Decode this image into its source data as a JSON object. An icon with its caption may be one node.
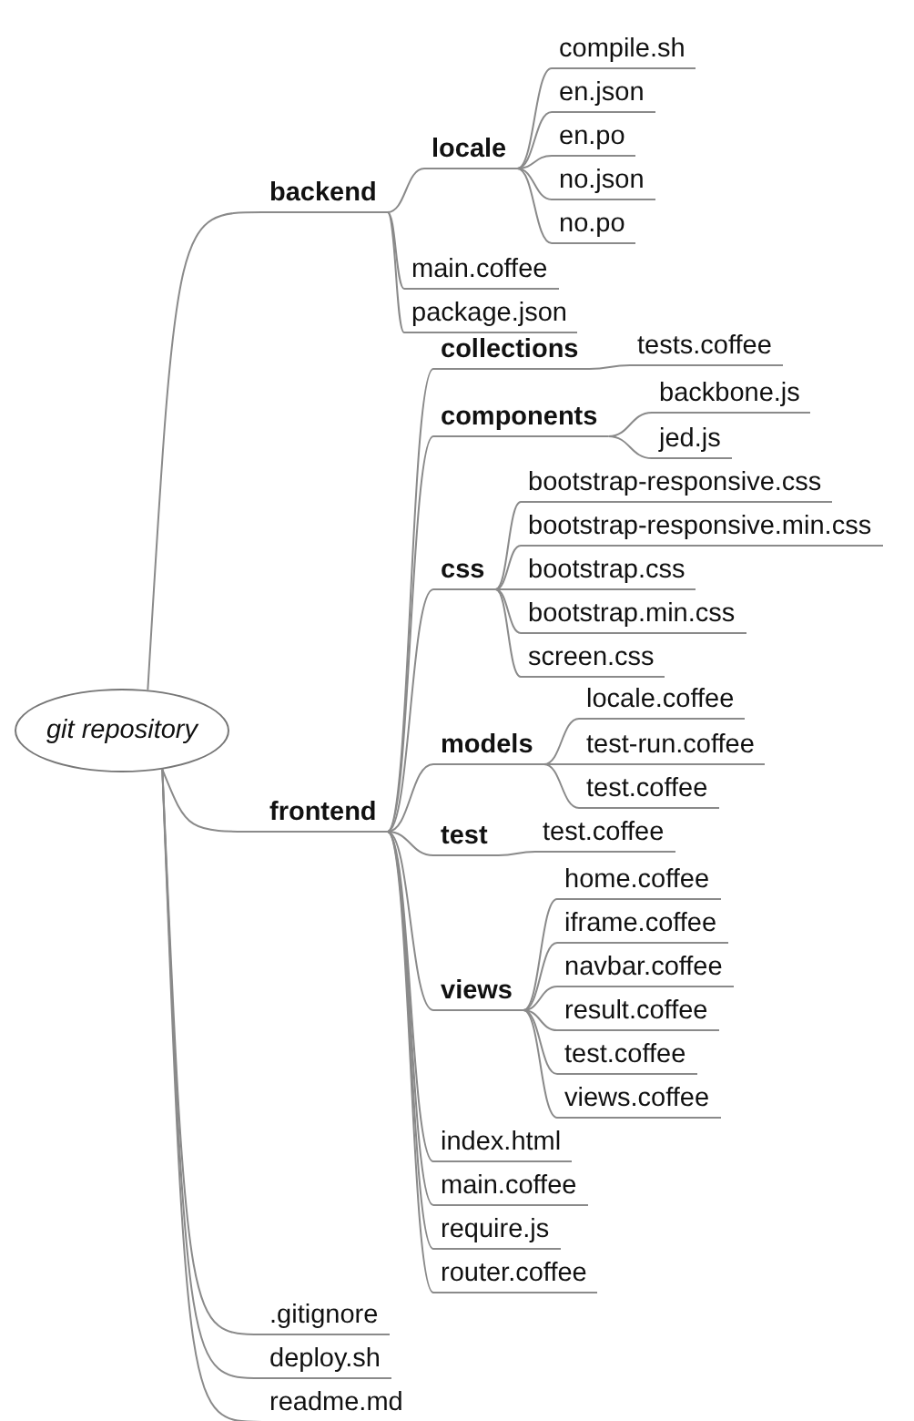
{
  "diagram": {
    "nodes": [
      {
        "text": [
          "git repository"
        ]
      },
      {
        "text": [
          "backend"
        ]
      },
      {
        "text": [
          "locale"
        ]
      },
      {
        "text": [
          "compile.sh"
        ]
      },
      {
        "text": [
          "en.json"
        ]
      },
      {
        "text": [
          "en.po"
        ]
      },
      {
        "text": [
          "no.json"
        ]
      },
      {
        "text": [
          "no.po"
        ]
      },
      {
        "text": [
          "main.coffee"
        ]
      },
      {
        "text": [
          "package.json"
        ]
      },
      {
        "text": [
          "frontend"
        ]
      },
      {
        "text": [
          "collections"
        ]
      },
      {
        "text": [
          "tests.coffee"
        ]
      },
      {
        "text": [
          "components"
        ]
      },
      {
        "text": [
          "backbone.js"
        ]
      },
      {
        "text": [
          "jed.js"
        ]
      },
      {
        "text": [
          "css"
        ]
      },
      {
        "text": [
          "bootstrap-responsive.css"
        ]
      },
      {
        "text": [
          "bootstrap-responsive.min.css"
        ]
      },
      {
        "text": [
          "bootstrap.css"
        ]
      },
      {
        "text": [
          "bootstrap.min.css"
        ]
      },
      {
        "text": [
          "screen.css"
        ]
      },
      {
        "text": [
          "models"
        ]
      },
      {
        "text": [
          "locale.coffee"
        ]
      },
      {
        "text": [
          "test-run.coffee"
        ]
      },
      {
        "text": [
          "test.coffee"
        ]
      },
      {
        "text": [
          "test"
        ]
      },
      {
        "text": [
          "test.coffee"
        ]
      },
      {
        "text": [
          "views"
        ]
      },
      {
        "text": [
          "home.coffee"
        ]
      },
      {
        "text": [
          "iframe.coffee"
        ]
      },
      {
        "text": [
          "navbar.coffee"
        ]
      },
      {
        "text": [
          "result.coffee"
        ]
      },
      {
        "text": [
          "test.coffee"
        ]
      },
      {
        "text": [
          "views.coffee"
        ]
      },
      {
        "text": [
          "index.html"
        ]
      },
      {
        "text": [
          "main.coffee"
        ]
      },
      {
        "text": [
          "require.js"
        ]
      },
      {
        "text": [
          "router.coffee"
        ]
      },
      {
        "text": [
          ".gitignore"
        ]
      },
      {
        "text": [
          "deploy.sh"
        ]
      },
      {
        "text": [
          "readme.md"
        ]
      }
    ],
    "edges": [
      {
        "from": 0,
        "to": 1,
        "arrow": "none"
      },
      {
        "from": 1,
        "to": 2,
        "arrow": "none"
      },
      {
        "from": 2,
        "to": 3,
        "arrow": "none"
      },
      {
        "from": 2,
        "to": 4,
        "arrow": "none"
      },
      {
        "from": 2,
        "to": 5,
        "arrow": "none"
      },
      {
        "from": 2,
        "to": 6,
        "arrow": "none"
      },
      {
        "from": 2,
        "to": 7,
        "arrow": "none"
      },
      {
        "from": 1,
        "to": 8,
        "arrow": "none"
      },
      {
        "from": 1,
        "to": 9,
        "arrow": "none"
      },
      {
        "from": 0,
        "to": 10,
        "arrow": "none"
      },
      {
        "from": 10,
        "to": 11,
        "arrow": "none"
      },
      {
        "from": 11,
        "to": 12,
        "arrow": "none"
      },
      {
        "from": 10,
        "to": 13,
        "arrow": "none"
      },
      {
        "from": 13,
        "to": 14,
        "arrow": "none"
      },
      {
        "from": 13,
        "to": 15,
        "arrow": "none"
      },
      {
        "from": 10,
        "to": 16,
        "arrow": "none"
      },
      {
        "from": 16,
        "to": 17,
        "arrow": "none"
      },
      {
        "from": 16,
        "to": 18,
        "arrow": "none"
      },
      {
        "from": 16,
        "to": 19,
        "arrow": "none"
      },
      {
        "from": 16,
        "to": 20,
        "arrow": "none"
      },
      {
        "from": 16,
        "to": 21,
        "arrow": "none"
      },
      {
        "from": 10,
        "to": 22,
        "arrow": "none"
      },
      {
        "from": 22,
        "to": 23,
        "arrow": "none"
      },
      {
        "from": 22,
        "to": 24,
        "arrow": "none"
      },
      {
        "from": 22,
        "to": 25,
        "arrow": "none"
      },
      {
        "from": 10,
        "to": 26,
        "arrow": "none"
      },
      {
        "from": 26,
        "to": 27,
        "arrow": "none"
      },
      {
        "from": 10,
        "to": 28,
        "arrow": "none"
      },
      {
        "from": 28,
        "to": 29,
        "arrow": "none"
      },
      {
        "from": 28,
        "to": 30,
        "arrow": "none"
      },
      {
        "from": 28,
        "to": 31,
        "arrow": "none"
      },
      {
        "from": 28,
        "to": 32,
        "arrow": "none"
      },
      {
        "from": 28,
        "to": 33,
        "arrow": "none"
      },
      {
        "from": 28,
        "to": 34,
        "arrow": "none"
      },
      {
        "from": 10,
        "to": 35,
        "arrow": "none"
      },
      {
        "from": 10,
        "to": 36,
        "arrow": "none"
      },
      {
        "from": 10,
        "to": 37,
        "arrow": "none"
      },
      {
        "from": 10,
        "to": 38,
        "arrow": "none"
      },
      {
        "from": 0,
        "to": 39,
        "arrow": "none"
      },
      {
        "from": 0,
        "to": 40,
        "arrow": "none"
      },
      {
        "from": 0,
        "to": 41,
        "arrow": "none"
      }
    ]
  }
}
